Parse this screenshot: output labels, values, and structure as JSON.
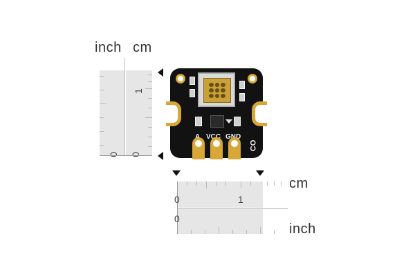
{
  "left_ruler": {
    "inch_label": "inch",
    "cm_label": "cm",
    "cm_one": "1",
    "inch_zero": "0",
    "cm_zero": "0"
  },
  "bottom_ruler": {
    "cm_label": "cm",
    "cm_zero": "0",
    "cm_one": "1",
    "inch_zero": "0",
    "inch_label": "inch"
  },
  "board": {
    "label_a": "A",
    "label_vcc": "VCC",
    "label_gnd": "GND",
    "label_co": "CO"
  },
  "colors": {
    "pcb": "#121212",
    "gold": "#d8a737",
    "ruler_band": "#e6e6e6"
  }
}
